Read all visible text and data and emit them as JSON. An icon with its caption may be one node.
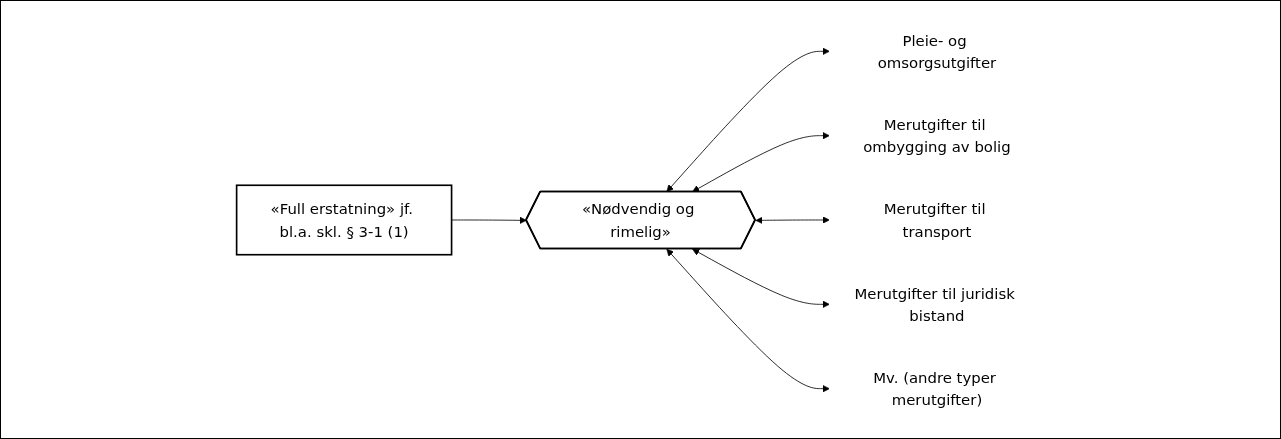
{
  "diagram": {
    "nodes": [
      {
        "text": [
          "«Full erstatning» jf. bl.a. skl. § 3-1 (1)"
        ]
      },
      {
        "text": [
          "«Nødvendig og rimelig»"
        ]
      },
      {
        "text": [
          "Pleie- og omsorgsutgifter"
        ]
      },
      {
        "text": [
          "Merutgifter til ombygging av bolig"
        ]
      },
      {
        "text": [
          "Merutgifter til transport"
        ]
      },
      {
        "text": [
          "Merutgifter til juridisk bistand"
        ]
      },
      {
        "text": [
          "Mv. (andre typer merutgifter)"
        ]
      }
    ],
    "edges": [
      {
        "from": 0,
        "to": 1,
        "arrow": "to"
      },
      {
        "from": 1,
        "to": 2,
        "arrow": "both"
      },
      {
        "from": 1,
        "to": 3,
        "arrow": "both"
      },
      {
        "from": 1,
        "to": 4,
        "arrow": "both"
      },
      {
        "from": 1,
        "to": 5,
        "arrow": "both"
      },
      {
        "from": 1,
        "to": 6,
        "arrow": "both"
      }
    ]
  }
}
